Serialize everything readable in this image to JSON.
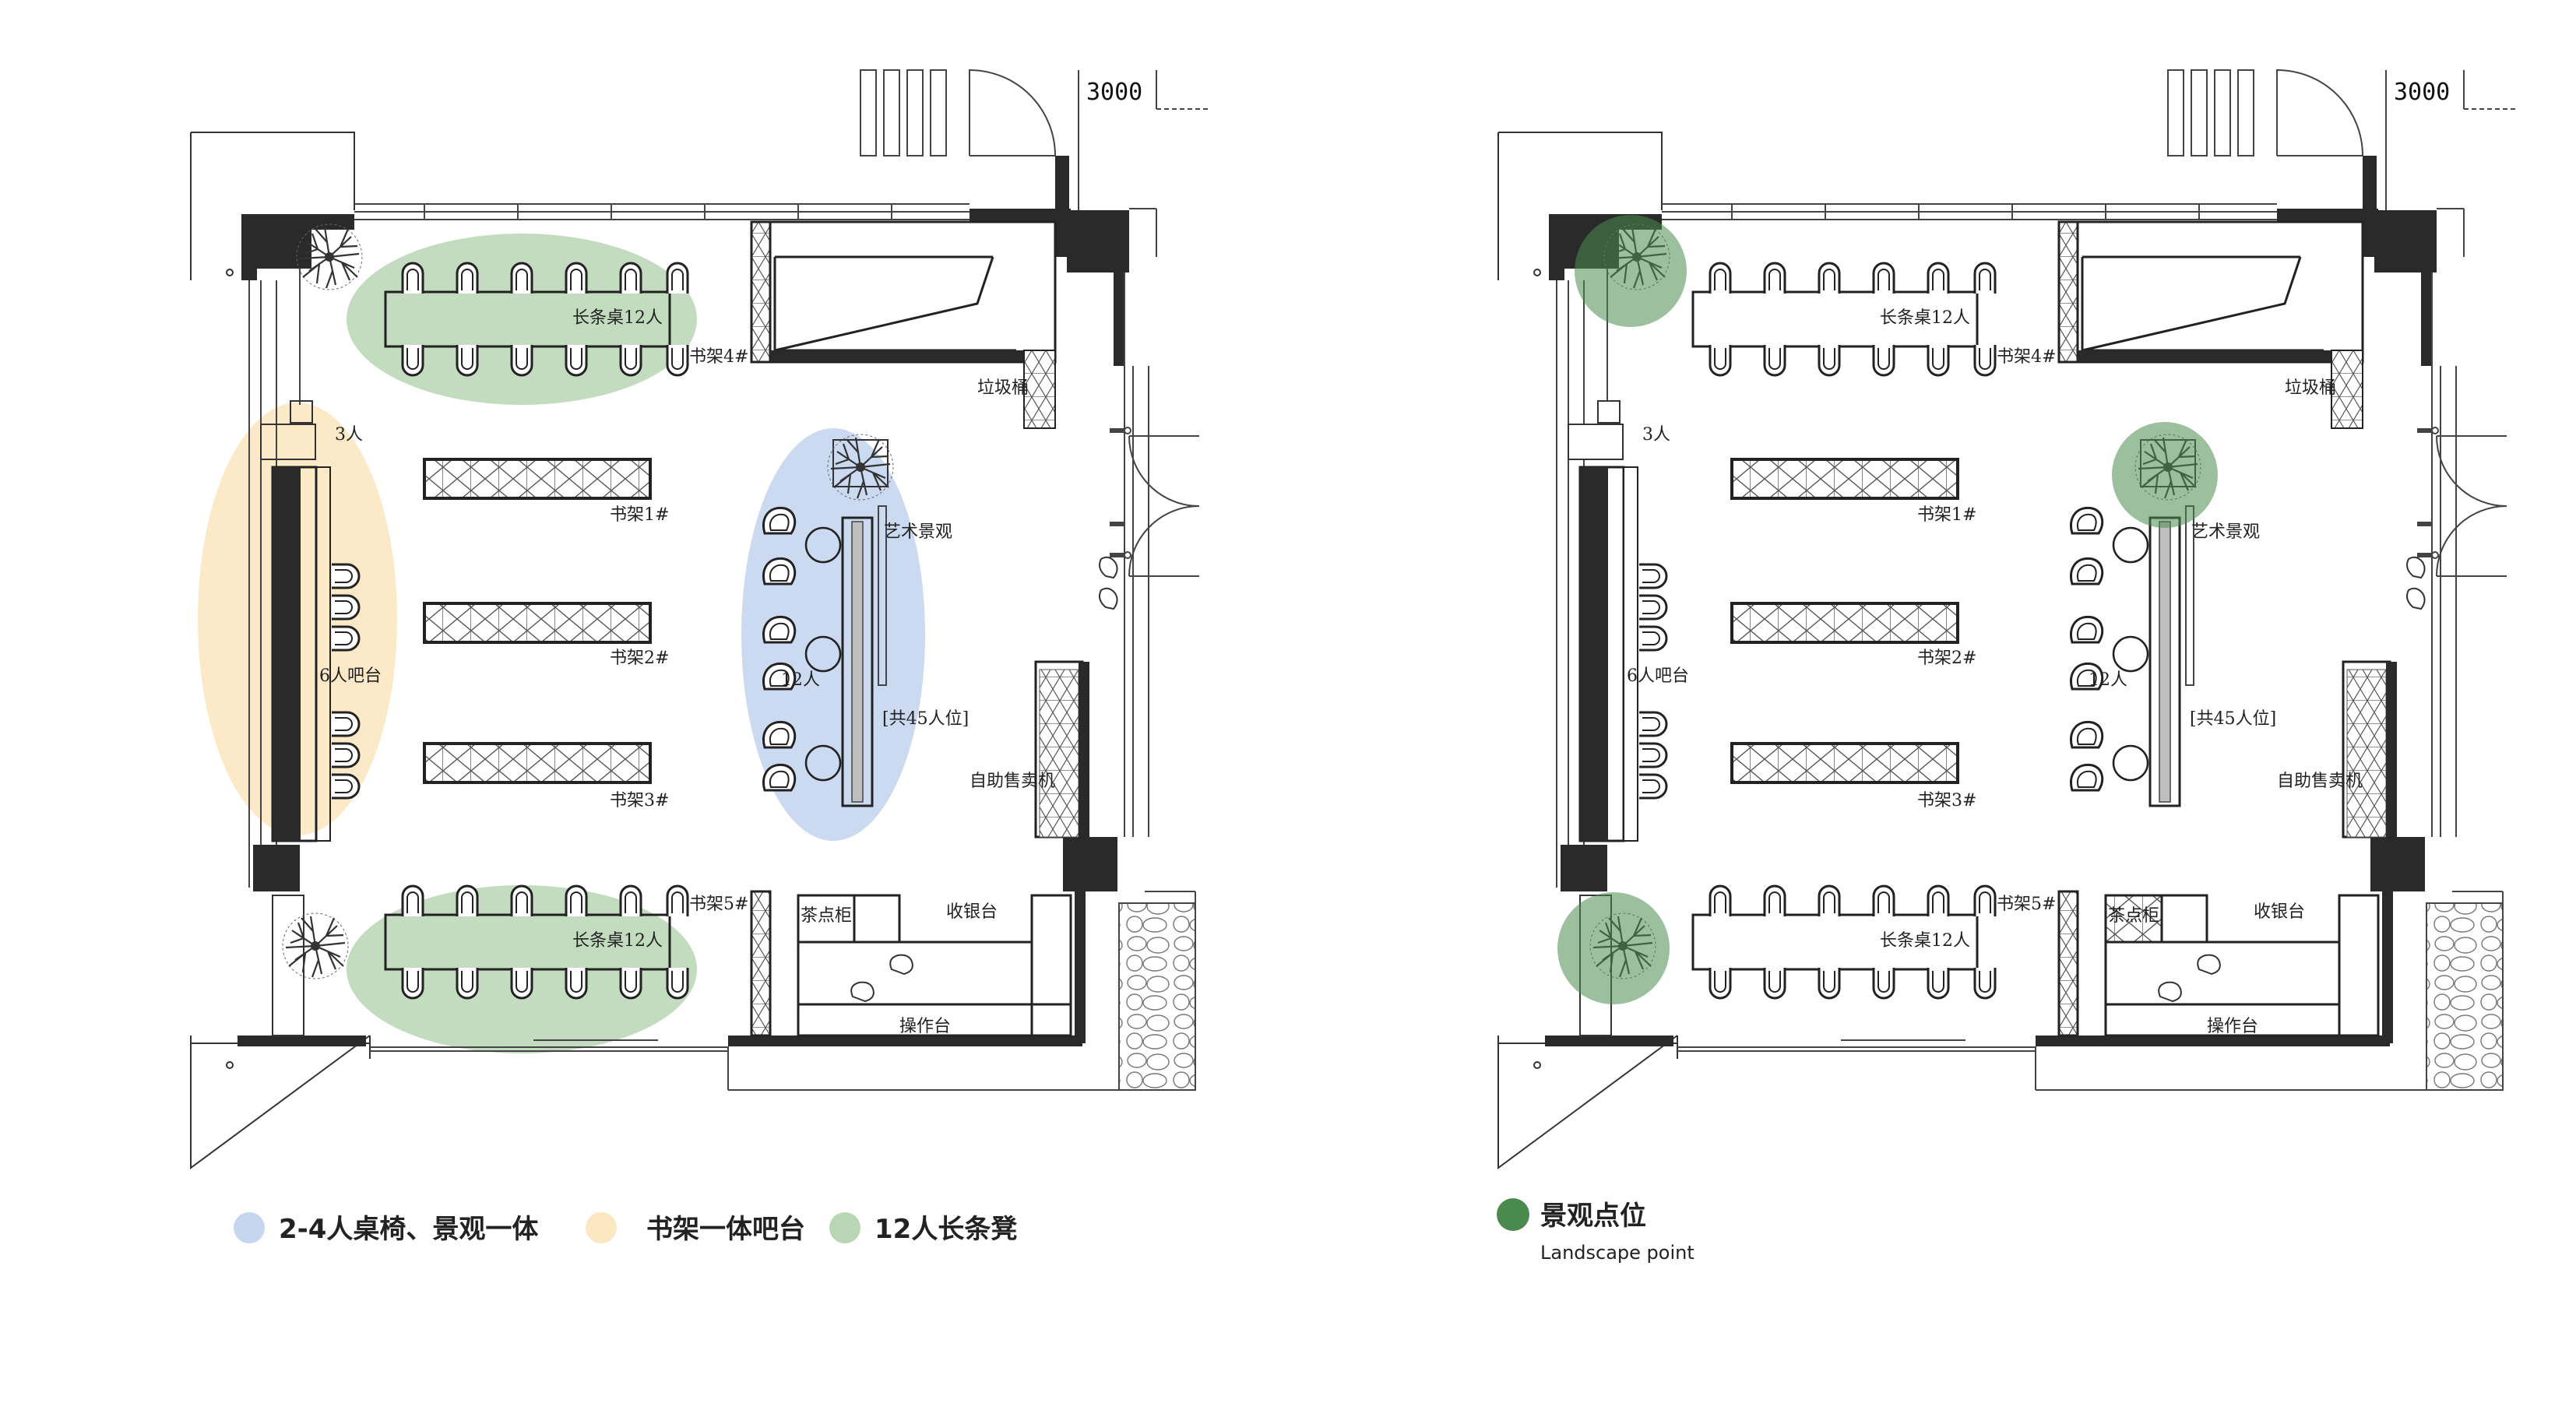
{
  "colors": {
    "blue_zone": "#c5d6ee",
    "yellow_zone": "#fbe7c2",
    "green_zone": "#b9d6b4",
    "landscape_point": "#4a8a4e",
    "wall": "#2a2a2a",
    "bar_counter": "#6b5a2e"
  },
  "plans": [
    {
      "dimension": "3000",
      "labels": {
        "long_table_top": "长条桌12人",
        "long_table_bottom": "长条桌12人",
        "shelf1": "书架1#",
        "shelf2": "书架2#",
        "shelf3": "书架3#",
        "shelf4": "书架4#",
        "shelf5": "书架5#",
        "trash": "垃圾桶",
        "art": "艺术景观",
        "people3": "3人",
        "bar6": "6人吧台",
        "people12": "12人",
        "total": "[共45人位]",
        "vending": "自助售卖机",
        "tea": "茶点柜",
        "cashier": "收银台",
        "operation": "操作台"
      }
    },
    {
      "dimension": "3000",
      "labels": {
        "long_table_top": "长条桌12人",
        "long_table_bottom": "长条桌12人",
        "shelf1": "书架1#",
        "shelf2": "书架2#",
        "shelf3": "书架3#",
        "shelf4": "书架4#",
        "shelf5": "书架5#",
        "trash": "垃圾桶",
        "art": "艺术景观",
        "people3": "3人",
        "bar6": "6人吧台",
        "people12": "12人",
        "total": "[共45人位]",
        "vending": "自助售卖机",
        "tea": "茶点柜",
        "cashier": "收银台",
        "operation": "操作台"
      }
    }
  ],
  "legend_left": [
    {
      "label": "2-4人桌椅、景观一体",
      "color": "#c5d6ee"
    },
    {
      "label": "书架一体吧台",
      "color": "#fbe7c2"
    },
    {
      "label": "12人长条凳",
      "color": "#b9d6b4"
    }
  ],
  "legend_right": {
    "label": "景观点位",
    "sublabel": "Landscape point",
    "color": "#4a8a4e"
  }
}
